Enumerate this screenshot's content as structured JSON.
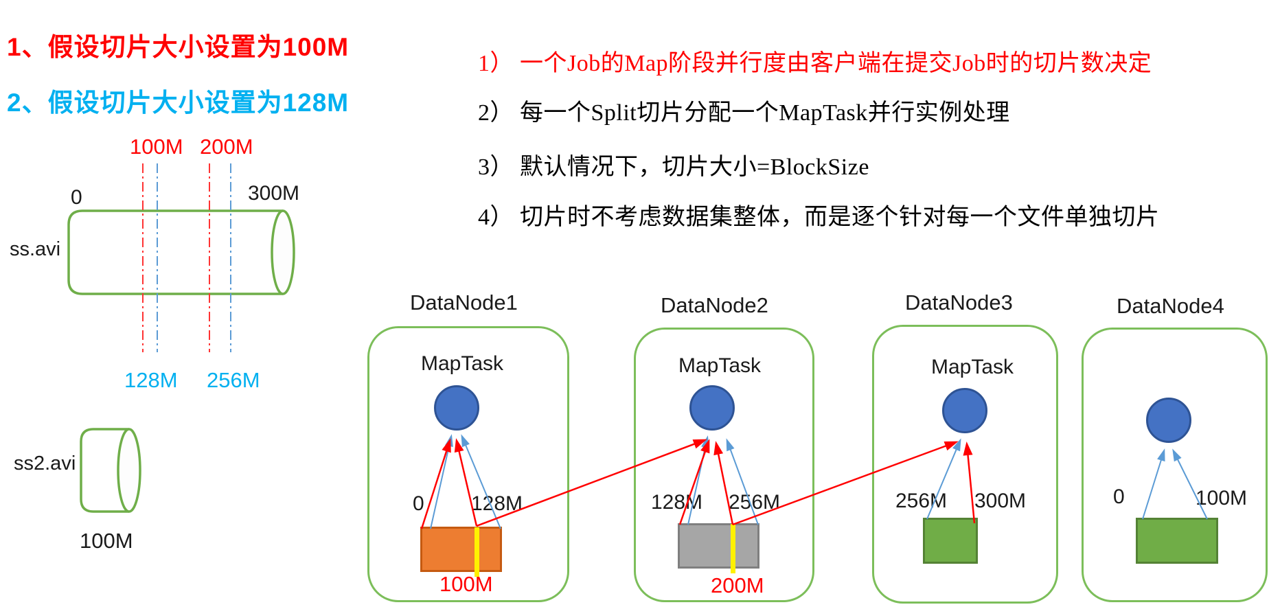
{
  "left_notes": [
    {
      "label": "1、假设切片大小设置为100M",
      "color": "#FF0000"
    },
    {
      "label": "2、假设切片大小设置为128M",
      "color": "#00B0F0"
    }
  ],
  "file1": {
    "name": "ss.avi",
    "zero_label": "0",
    "total_label": "300M",
    "red_marks": [
      "100M",
      "200M"
    ],
    "blue_marks": [
      "128M",
      "256M"
    ]
  },
  "file2": {
    "name": "ss2.avi",
    "size_label": "100M"
  },
  "right_notes": [
    {
      "label": "1） 一个Job的Map阶段并行度由客户端在提交Job时的切片数决定",
      "color": "#FF0000"
    },
    {
      "label": "2） 每一个Split切片分配一个MapTask并行实例处理",
      "color": "#000000"
    },
    {
      "label": "3） 默认情况下，切片大小=BlockSize",
      "color": "#000000"
    },
    {
      "label": "4） 切片时不考虑数据集整体，而是逐个针对每一个文件单独切片",
      "color": "#000000"
    }
  ],
  "datanodes": [
    {
      "title": "DataNode1",
      "task": "MapTask",
      "range_start": "0",
      "range_end": "128M",
      "split_size": "100M",
      "block_fill": "#ED7D31",
      "block_border": "#C55A11"
    },
    {
      "title": "DataNode2",
      "task": "MapTask",
      "range_start": "128M",
      "range_end": "256M",
      "split_size": "200M",
      "block_fill": "#A6A6A6",
      "block_border": "#7F7F7F"
    },
    {
      "title": "DataNode3",
      "task": "MapTask",
      "range_start": "256M",
      "range_end": "300M",
      "block_fill": "#70AD47",
      "block_border": "#548235"
    },
    {
      "title": "DataNode4",
      "range_start": "0",
      "range_end": "100M",
      "block_fill": "#70AD47",
      "block_border": "#548235"
    }
  ],
  "colors": {
    "panel_green": "#7CBE5A",
    "cylinder_green": "#6FAE49",
    "circle_fill": "#4472C4",
    "circle_border": "#2E5394",
    "split_line_yellow": "#FFF100",
    "arrow_red": "#FF0000",
    "arrow_blue": "#5B9BD5",
    "mark_red": "#FF0000",
    "mark_blue": "#00B0F0"
  }
}
